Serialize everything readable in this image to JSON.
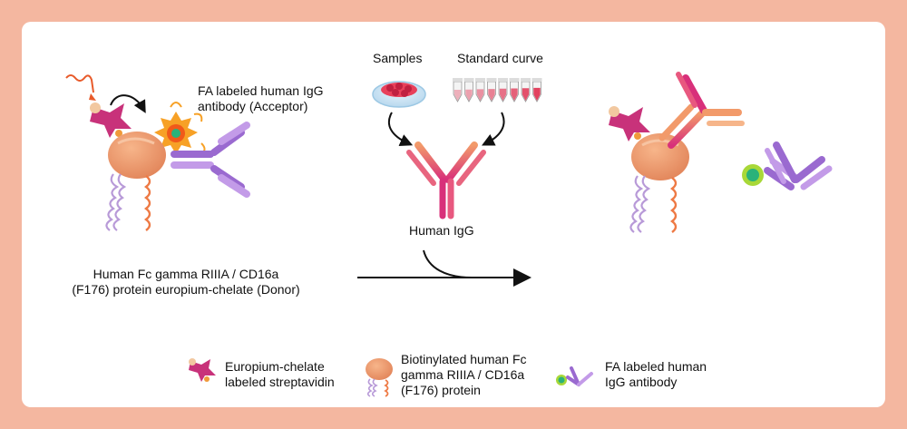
{
  "labels": {
    "acceptor": "FA labeled human IgG\nantibody (Acceptor)",
    "donor": "Human Fc gamma RIIIA / CD16a\n(F176) protein europium-chelate (Donor)",
    "samples": "Samples",
    "standard_curve": "Standard curve",
    "human_igg": "Human IgG"
  },
  "legend": {
    "streptavidin": "Europium-chelate\nlabeled streptavidin",
    "protein": "Biotinylated human Fc\ngamma RIIIA / CD16a\n(F176) protein",
    "antibody": "FA labeled human\nIgG antibody"
  },
  "colors": {
    "page_bg": "#f4b7a0",
    "panel_bg": "#ffffff",
    "streptavidin": "#c8327a",
    "protein": "#ee9a6e",
    "acceptor_antibody": "#9a6ad0",
    "human_igg": "#e0408a",
    "donor_tag": "#f08a30",
    "acceptor_dye": "#2ab27a"
  },
  "icons": [
    "wavy-light-arrow-icon",
    "curved-arrow-icon",
    "starburst-emission-icon",
    "petri-dish-icon",
    "tube-strip-icon",
    "reaction-arrow-icon"
  ]
}
